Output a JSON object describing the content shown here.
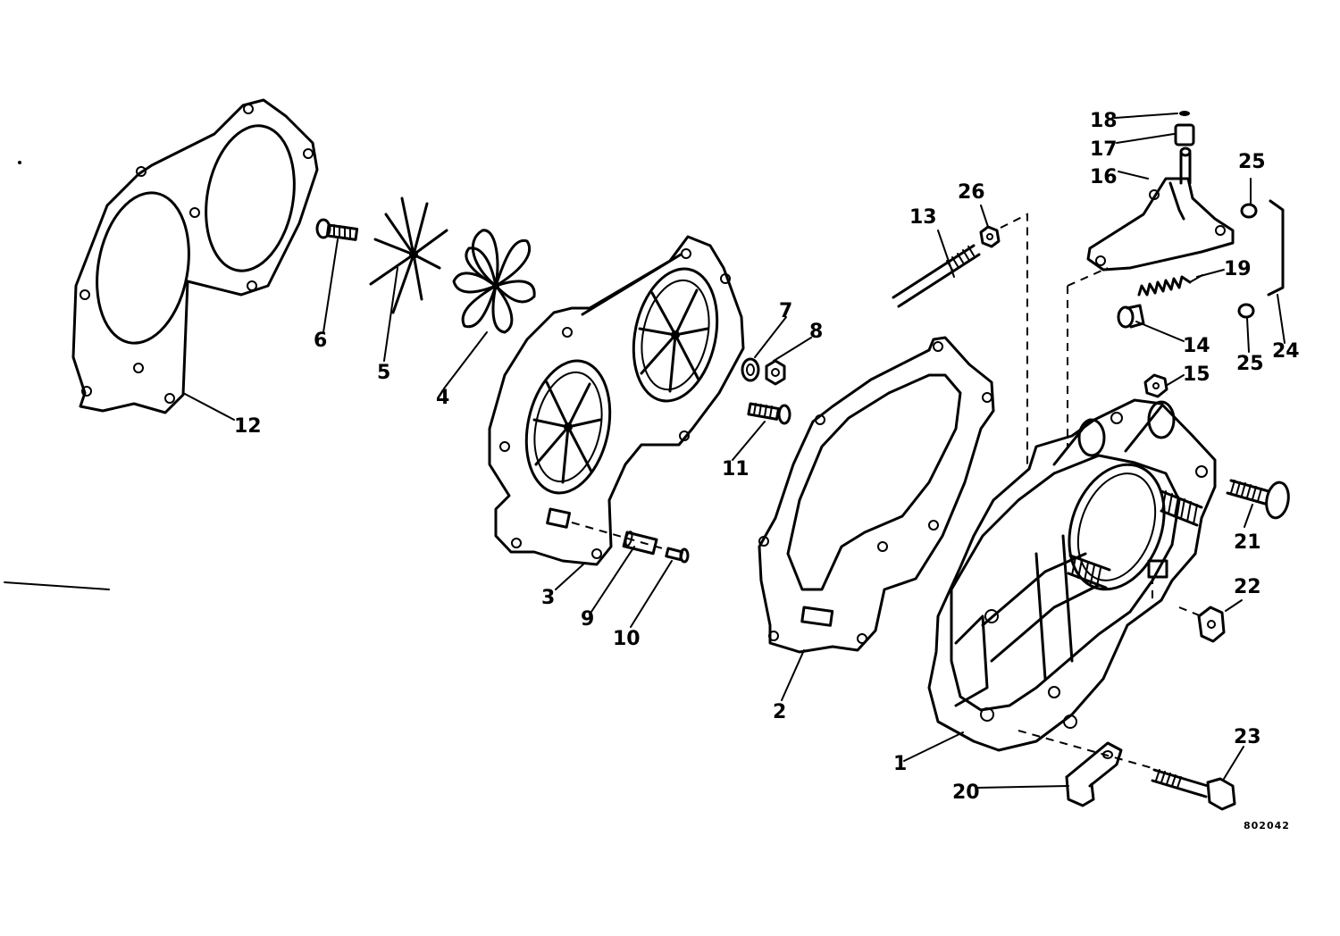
{
  "callouts": [
    {
      "id": "c1",
      "text": "1"
    },
    {
      "id": "c2",
      "text": "2"
    },
    {
      "id": "c3",
      "text": "3"
    },
    {
      "id": "c4",
      "text": "4"
    },
    {
      "id": "c5",
      "text": "5"
    },
    {
      "id": "c6",
      "text": "6"
    },
    {
      "id": "c7",
      "text": "7"
    },
    {
      "id": "c8",
      "text": "8"
    },
    {
      "id": "c9",
      "text": "9"
    },
    {
      "id": "c10",
      "text": "10"
    },
    {
      "id": "c11",
      "text": "11"
    },
    {
      "id": "c12",
      "text": "12"
    },
    {
      "id": "c13",
      "text": "13"
    },
    {
      "id": "c14",
      "text": "14"
    },
    {
      "id": "c15",
      "text": "15"
    },
    {
      "id": "c16",
      "text": "16"
    },
    {
      "id": "c17",
      "text": "17"
    },
    {
      "id": "c18",
      "text": "18"
    },
    {
      "id": "c19",
      "text": "19"
    },
    {
      "id": "c20",
      "text": "20"
    },
    {
      "id": "c21",
      "text": "21"
    },
    {
      "id": "c22",
      "text": "22"
    },
    {
      "id": "c23",
      "text": "23"
    },
    {
      "id": "c24",
      "text": "24"
    },
    {
      "id": "c25a",
      "text": "25"
    },
    {
      "id": "c25b",
      "text": "25"
    },
    {
      "id": "c26",
      "text": "26"
    }
  ],
  "figure_number": "802042",
  "colors": {
    "ink": "#000000",
    "paper": "#ffffff"
  }
}
